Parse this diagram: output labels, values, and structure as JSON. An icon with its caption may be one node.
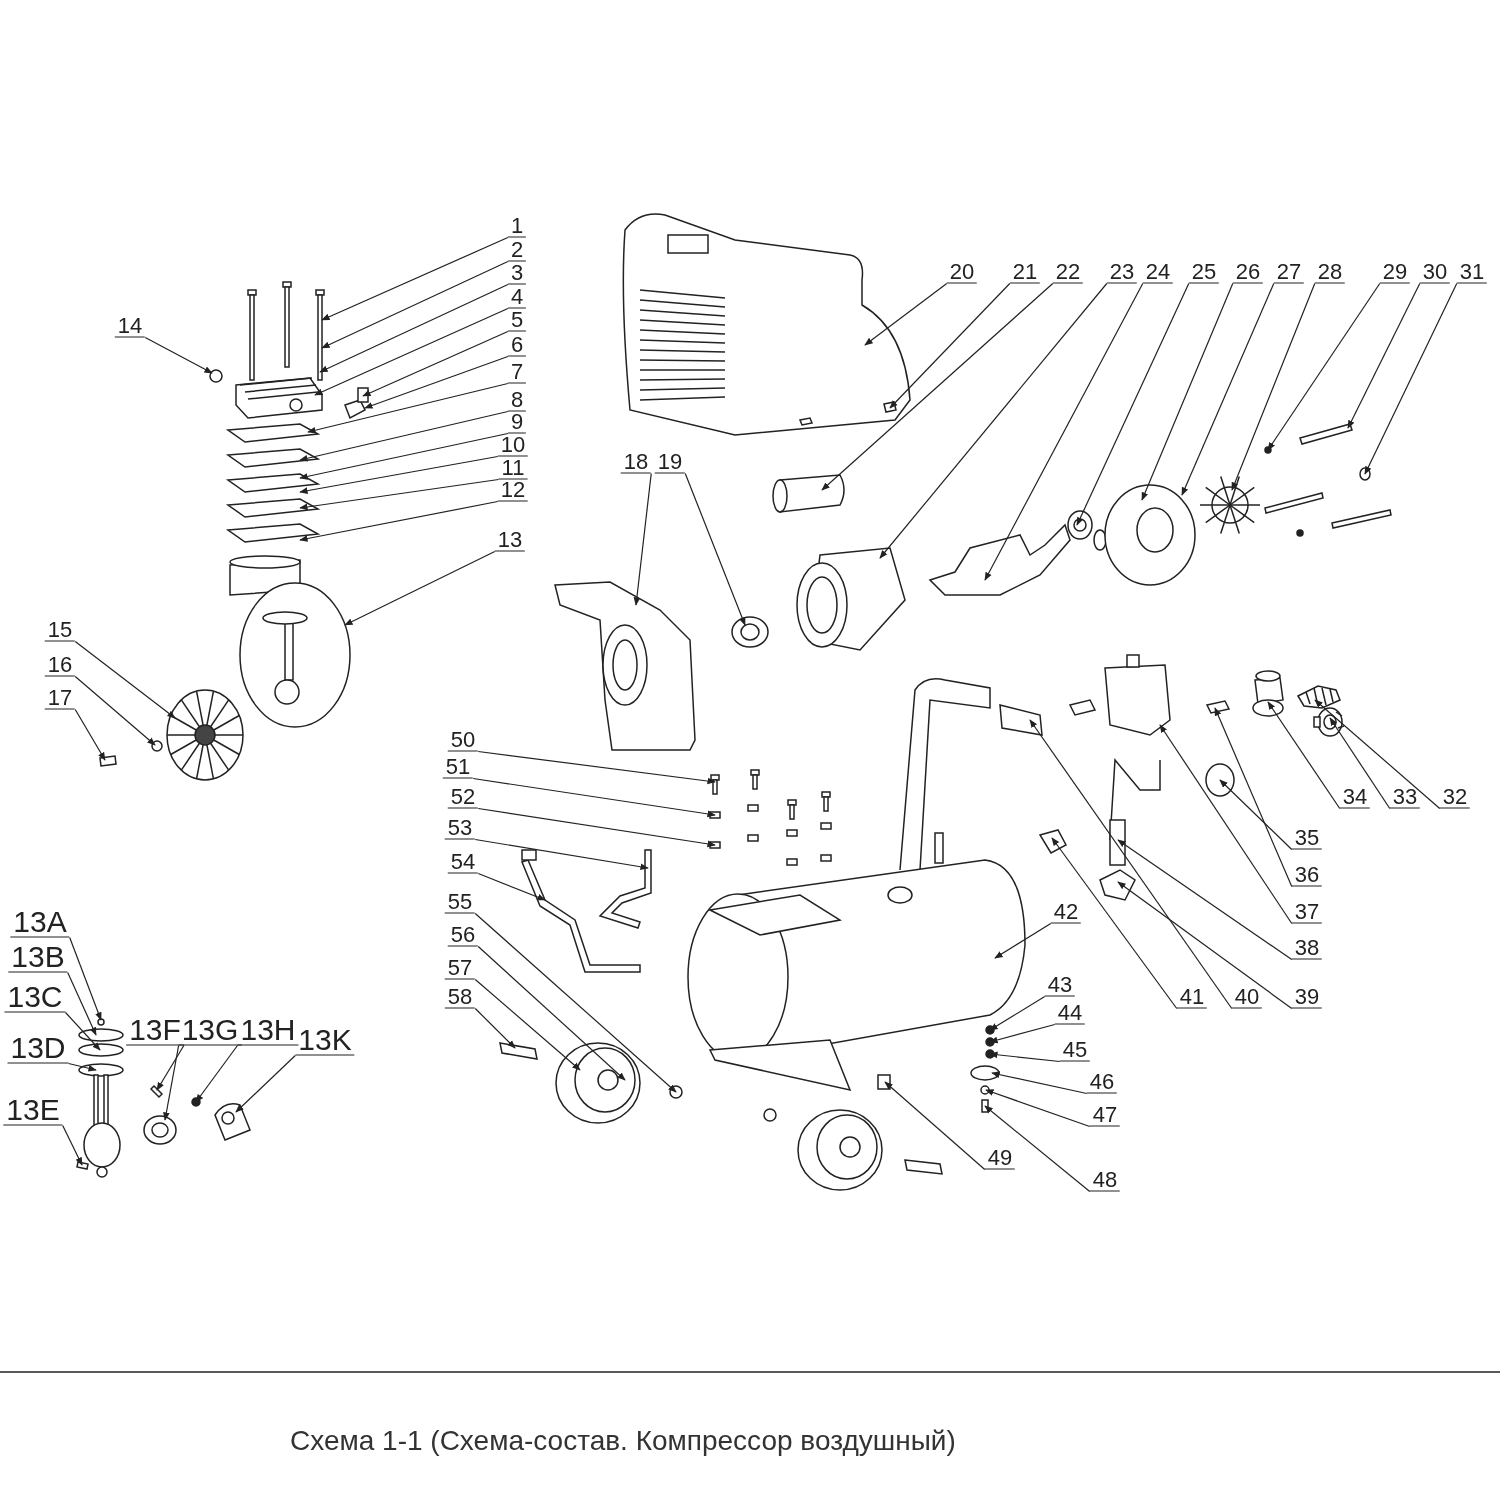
{
  "diagram": {
    "caption": "Схема 1-1 (Схема-состав. Компрессор воздушный)",
    "nodes": [
      {
        "text": [
          "1"
        ]
      },
      {
        "text": [
          "2"
        ]
      },
      {
        "text": [
          "3"
        ]
      },
      {
        "text": [
          "4"
        ]
      },
      {
        "text": [
          "5"
        ]
      },
      {
        "text": [
          "6"
        ]
      },
      {
        "text": [
          "7"
        ]
      },
      {
        "text": [
          "8"
        ]
      },
      {
        "text": [
          "9"
        ]
      },
      {
        "text": [
          "10"
        ]
      },
      {
        "text": [
          "11"
        ]
      },
      {
        "text": [
          "12"
        ]
      },
      {
        "text": [
          "13"
        ]
      },
      {
        "text": [
          "14"
        ]
      },
      {
        "text": [
          "15"
        ]
      },
      {
        "text": [
          "16"
        ]
      },
      {
        "text": [
          "17"
        ]
      },
      {
        "text": [
          "18"
        ]
      },
      {
        "text": [
          "19"
        ]
      },
      {
        "text": [
          "20"
        ]
      },
      {
        "text": [
          "21"
        ]
      },
      {
        "text": [
          "22"
        ]
      },
      {
        "text": [
          "23"
        ]
      },
      {
        "text": [
          "24"
        ]
      },
      {
        "text": [
          "25"
        ]
      },
      {
        "text": [
          "26"
        ]
      },
      {
        "text": [
          "27"
        ]
      },
      {
        "text": [
          "28"
        ]
      },
      {
        "text": [
          "29"
        ]
      },
      {
        "text": [
          "30"
        ]
      },
      {
        "text": [
          "31"
        ]
      },
      {
        "text": [
          "32"
        ]
      },
      {
        "text": [
          "33"
        ]
      },
      {
        "text": [
          "34"
        ]
      },
      {
        "text": [
          "35"
        ]
      },
      {
        "text": [
          "36"
        ]
      },
      {
        "text": [
          "37"
        ]
      },
      {
        "text": [
          "38"
        ]
      },
      {
        "text": [
          "39"
        ]
      },
      {
        "text": [
          "40"
        ]
      },
      {
        "text": [
          "41"
        ]
      },
      {
        "text": [
          "42"
        ]
      },
      {
        "text": [
          "43"
        ]
      },
      {
        "text": [
          "44"
        ]
      },
      {
        "text": [
          "45"
        ]
      },
      {
        "text": [
          "46"
        ]
      },
      {
        "text": [
          "47"
        ]
      },
      {
        "text": [
          "48"
        ]
      },
      {
        "text": [
          "49"
        ]
      },
      {
        "text": [
          "50"
        ]
      },
      {
        "text": [
          "51"
        ]
      },
      {
        "text": [
          "52"
        ]
      },
      {
        "text": [
          "53"
        ]
      },
      {
        "text": [
          "54"
        ]
      },
      {
        "text": [
          "55"
        ]
      },
      {
        "text": [
          "56"
        ]
      },
      {
        "text": [
          "57"
        ]
      },
      {
        "text": [
          "58"
        ]
      },
      {
        "text": [
          "13A"
        ]
      },
      {
        "text": [
          "13B"
        ]
      },
      {
        "text": [
          "13C"
        ]
      },
      {
        "text": [
          "13D"
        ]
      },
      {
        "text": [
          "13E"
        ]
      },
      {
        "text": [
          "13F"
        ]
      },
      {
        "text": [
          "13G"
        ]
      },
      {
        "text": [
          "13H"
        ]
      },
      {
        "text": [
          "13K"
        ]
      },
      {
        "text": [],
        "shape": "picture"
      },
      {
        "text": [],
        "shape": "picture"
      },
      {
        "text": [],
        "shape": "picture"
      },
      {
        "text": [],
        "shape": "picture"
      },
      {
        "text": [],
        "shape": "picture"
      },
      {
        "text": [],
        "shape": "picture"
      },
      {
        "text": [],
        "shape": "picture"
      },
      {
        "text": [],
        "shape": "picture"
      },
      {
        "text": [],
        "shape": "picture"
      },
      {
        "text": [],
        "shape": "picture"
      },
      {
        "text": [],
        "shape": "picture"
      },
      {
        "text": [],
        "shape": "picture"
      }
    ],
    "edges": [
      {
        "from": 0,
        "to": 67,
        "arrow": "to"
      },
      {
        "from": 1,
        "to": 67,
        "arrow": "to"
      },
      {
        "from": 2,
        "to": 67,
        "arrow": "to"
      },
      {
        "from": 3,
        "to": 67,
        "arrow": "to"
      },
      {
        "from": 4,
        "to": 67,
        "arrow": "to"
      },
      {
        "from": 5,
        "to": 67,
        "arrow": "to"
      },
      {
        "from": 6,
        "to": 67,
        "arrow": "to"
      },
      {
        "from": 7,
        "to": 67,
        "arrow": "to"
      },
      {
        "from": 8,
        "to": 67,
        "arrow": "to"
      },
      {
        "from": 9,
        "to": 67,
        "arrow": "to"
      },
      {
        "from": 10,
        "to": 67,
        "arrow": "to"
      },
      {
        "from": 11,
        "to": 67,
        "arrow": "to"
      },
      {
        "from": 12,
        "to": 67,
        "arrow": "to"
      },
      {
        "from": 13,
        "to": 67,
        "arrow": "to"
      },
      {
        "from": 14,
        "to": 68,
        "arrow": "to"
      },
      {
        "from": 15,
        "to": 68,
        "arrow": "to"
      },
      {
        "from": 16,
        "to": 68,
        "arrow": "to"
      },
      {
        "from": 17,
        "to": 69,
        "arrow": "to"
      },
      {
        "from": 18,
        "to": 69,
        "arrow": "to"
      },
      {
        "from": 19,
        "to": 70,
        "arrow": "to"
      },
      {
        "from": 20,
        "to": 70,
        "arrow": "to"
      },
      {
        "from": 21,
        "to": 71,
        "arrow": "to"
      },
      {
        "from": 22,
        "to": 71,
        "arrow": "to"
      },
      {
        "from": 23,
        "to": 71,
        "arrow": "to"
      },
      {
        "from": 24,
        "to": 71,
        "arrow": "to"
      },
      {
        "from": 25,
        "to": 71,
        "arrow": "to"
      },
      {
        "from": 26,
        "to": 71,
        "arrow": "to"
      },
      {
        "from": 27,
        "to": 71,
        "arrow": "to"
      },
      {
        "from": 28,
        "to": 71,
        "arrow": "to"
      },
      {
        "from": 29,
        "to": 71,
        "arrow": "to"
      },
      {
        "from": 30,
        "to": 71,
        "arrow": "to"
      },
      {
        "from": 31,
        "to": 78,
        "arrow": "to"
      },
      {
        "from": 32,
        "to": 78,
        "arrow": "to"
      },
      {
        "from": 33,
        "to": 72,
        "arrow": "to"
      },
      {
        "from": 34,
        "to": 72,
        "arrow": "to"
      },
      {
        "from": 35,
        "to": 72,
        "arrow": "to"
      },
      {
        "from": 36,
        "to": 72,
        "arrow": "to"
      },
      {
        "from": 37,
        "to": 72,
        "arrow": "to"
      },
      {
        "from": 38,
        "to": 72,
        "arrow": "to"
      },
      {
        "from": 39,
        "to": 72,
        "arrow": "to"
      },
      {
        "from": 40,
        "to": 72,
        "arrow": "to"
      },
      {
        "from": 41,
        "to": 73,
        "arrow": "to"
      },
      {
        "from": 42,
        "to": 74,
        "arrow": "to"
      },
      {
        "from": 43,
        "to": 74,
        "arrow": "to"
      },
      {
        "from": 44,
        "to": 74,
        "arrow": "to"
      },
      {
        "from": 45,
        "to": 74,
        "arrow": "to"
      },
      {
        "from": 46,
        "to": 74,
        "arrow": "to"
      },
      {
        "from": 47,
        "to": 74,
        "arrow": "to"
      },
      {
        "from": 48,
        "to": 73,
        "arrow": "to"
      },
      {
        "from": 49,
        "to": 75,
        "arrow": "to"
      },
      {
        "from": 50,
        "to": 75,
        "arrow": "to"
      },
      {
        "from": 51,
        "to": 75,
        "arrow": "to"
      },
      {
        "from": 52,
        "to": 75,
        "arrow": "to"
      },
      {
        "from": 53,
        "to": 75,
        "arrow": "to"
      },
      {
        "from": 54,
        "to": 76,
        "arrow": "to"
      },
      {
        "from": 55,
        "to": 76,
        "arrow": "to"
      },
      {
        "from": 56,
        "to": 76,
        "arrow": "to"
      },
      {
        "from": 57,
        "to": 76,
        "arrow": "to"
      },
      {
        "from": 58,
        "to": 77,
        "arrow": "to"
      },
      {
        "from": 59,
        "to": 77,
        "arrow": "to"
      },
      {
        "from": 60,
        "to": 77,
        "arrow": "to"
      },
      {
        "from": 61,
        "to": 77,
        "arrow": "to"
      },
      {
        "from": 62,
        "to": 77,
        "arrow": "to"
      },
      {
        "from": 63,
        "to": 77,
        "arrow": "to"
      },
      {
        "from": 64,
        "to": 77,
        "arrow": "to"
      },
      {
        "from": 65,
        "to": 77,
        "arrow": "to"
      },
      {
        "from": 66,
        "to": 77,
        "arrow": "to"
      }
    ]
  }
}
